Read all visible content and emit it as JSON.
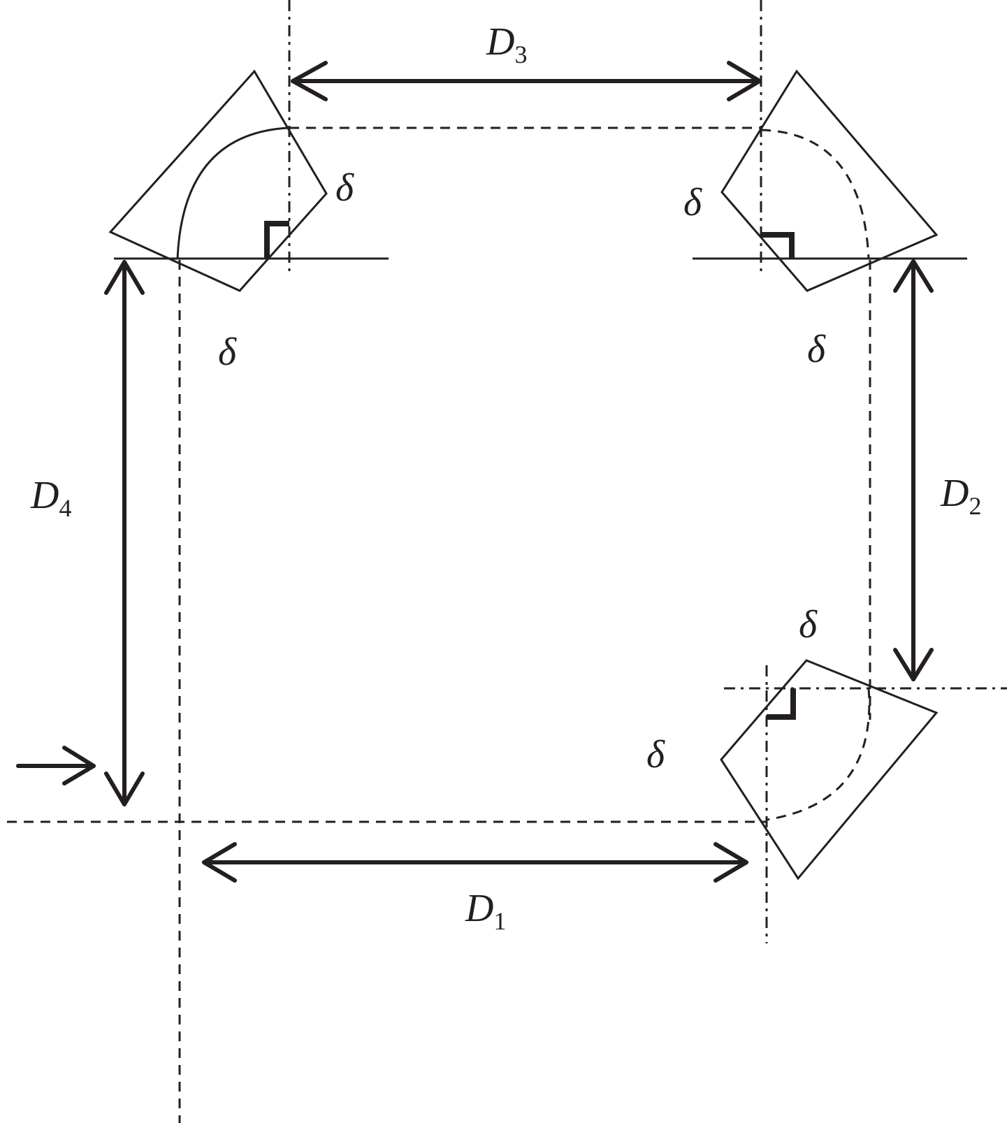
{
  "labels": {
    "d1": {
      "main": "D",
      "sub": "1"
    },
    "d2": {
      "main": "D",
      "sub": "2"
    },
    "d3": {
      "main": "D",
      "sub": "3"
    },
    "d4": {
      "main": "D",
      "sub": "4"
    },
    "delta": "δ"
  }
}
